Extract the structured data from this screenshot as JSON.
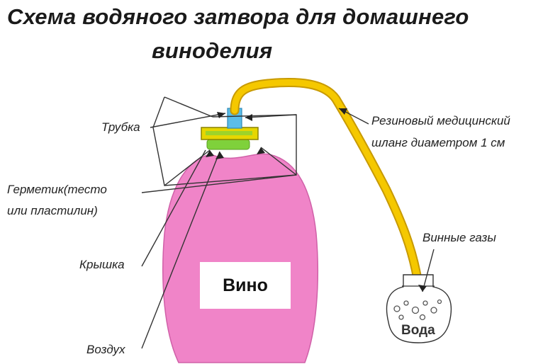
{
  "title": {
    "line1": "Схема водяного затвора для домашнего",
    "line2": "виноделия"
  },
  "labels": {
    "tube": "Трубка",
    "sealant_line1": "Герметик(тесто",
    "sealant_line2": "или пластилин)",
    "lid": "Крышка",
    "air": "Воздух",
    "hose_line1": "Резиновый медицинский",
    "hose_line2": "шланг диаметром 1 см",
    "gases": "Винные газы",
    "wine": "Вино",
    "water": "Вода"
  },
  "colors": {
    "bottle": "#f084c8",
    "hose": "#f5c800",
    "hose_edge": "#c89a00",
    "lid": "#e6d600",
    "tube": "#5bbde8",
    "sealant": "#7fd13b",
    "line": "#333333"
  }
}
